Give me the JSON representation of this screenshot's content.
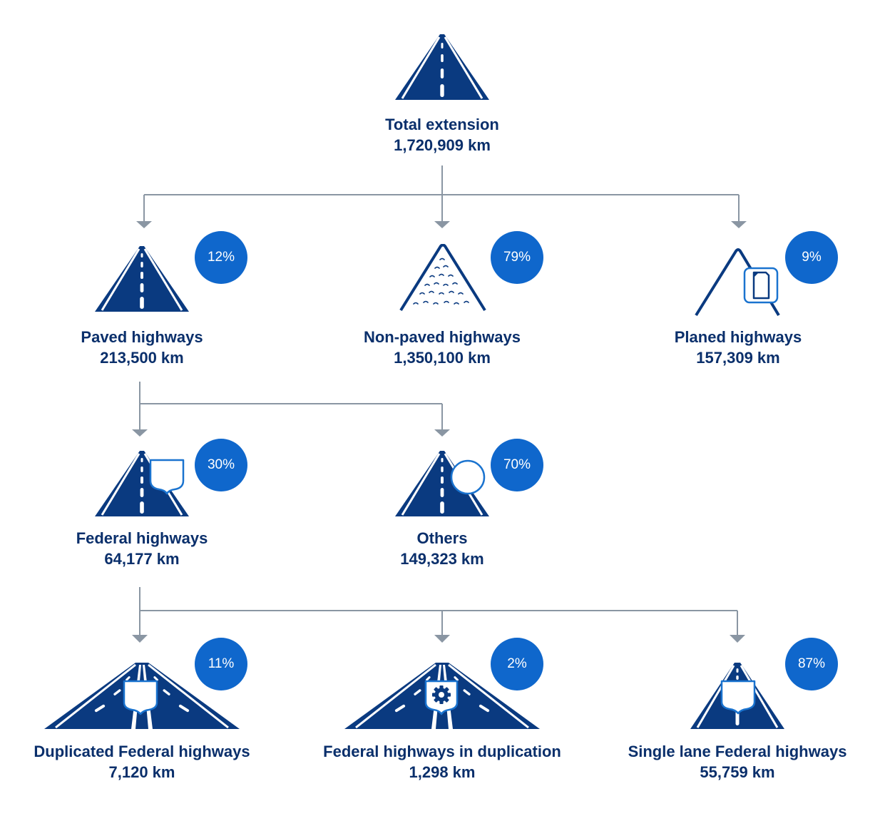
{
  "colors": {
    "road": "#0a3a80",
    "text": "#0a2f6b",
    "badge": "#0f67cc",
    "connector": "#8a96a3",
    "accent": "#1a73cf"
  },
  "total": {
    "label": "Total extension",
    "value": "1,720,909 km",
    "icon": "road-icon"
  },
  "level1": [
    {
      "label": "Paved highways",
      "value": "213,500 km",
      "percent": "12%",
      "icon": "paved-road-icon"
    },
    {
      "label": "Non-paved highways",
      "value": "1,350,100 km",
      "percent": "79%",
      "icon": "gravel-road-icon"
    },
    {
      "label": "Planed highways",
      "value": "157,309 km",
      "percent": "9%",
      "icon": "planned-road-document-icon"
    }
  ],
  "level2": [
    {
      "label": "Federal highways",
      "value": "64,177 km",
      "percent": "30%",
      "icon": "federal-shield-road-icon"
    },
    {
      "label": "Others",
      "value": "149,323 km",
      "percent": "70%",
      "icon": "circle-sign-road-icon"
    }
  ],
  "level3": [
    {
      "label": "Duplicated Federal highways",
      "value": "7,120 km",
      "percent": "11%",
      "icon": "dual-carriageway-shield-icon"
    },
    {
      "label": "Federal highways in duplication",
      "value": "1,298 km",
      "percent": "2%",
      "icon": "dual-carriageway-gear-icon"
    },
    {
      "label": "Single lane Federal highways",
      "value": "55,759 km",
      "percent": "87%",
      "icon": "single-lane-shield-icon"
    }
  ]
}
